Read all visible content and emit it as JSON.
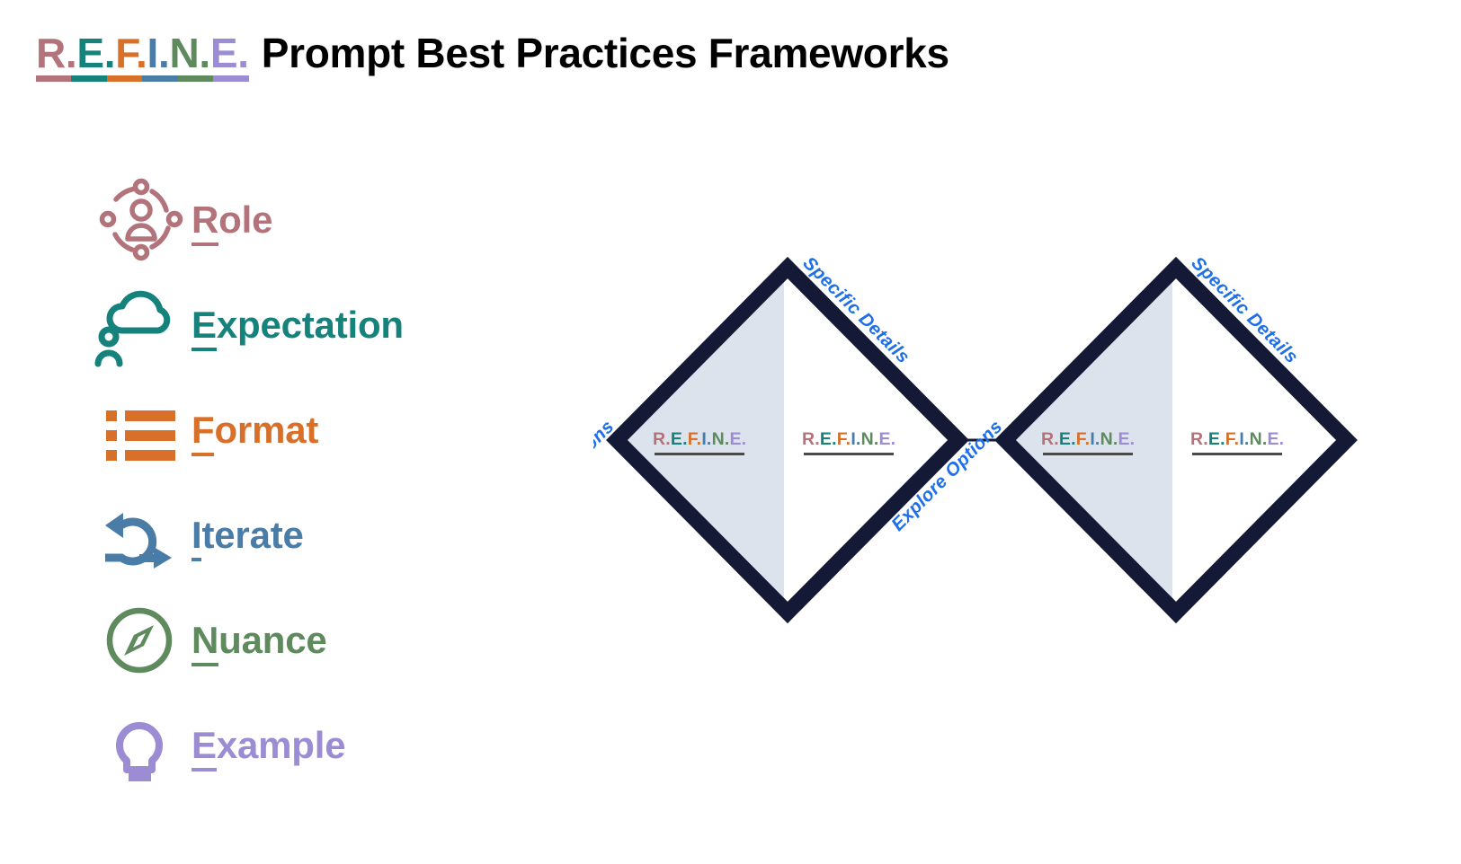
{
  "title": {
    "acronym_letters": [
      {
        "char": "R.",
        "color": "#B2737A"
      },
      {
        "char": "E.",
        "color": "#16827C"
      },
      {
        "char": "F.",
        "color": "#D8702A"
      },
      {
        "char": "I.",
        "color": "#4A7CA8"
      },
      {
        "char": "N.",
        "color": "#5E8A5E"
      },
      {
        "char": "E.",
        "color": "#9B8CD4"
      }
    ],
    "acronym_text": "R.E.F.I.N.E.",
    "rest": "Prompt Best Practices Frameworks",
    "rest_color": "#000000"
  },
  "list": {
    "items": [
      {
        "initial": "R",
        "rest": "ole",
        "label": "Role",
        "color": "#B2737A",
        "icon": "persona-network-icon"
      },
      {
        "initial": "E",
        "rest": "xpectation",
        "label": "Expectation",
        "color": "#16827C",
        "icon": "cloud-person-icon"
      },
      {
        "initial": "F",
        "rest": "ormat",
        "label": "Format",
        "color": "#D8702A",
        "icon": "list-icon"
      },
      {
        "initial": "I",
        "rest": "terate",
        "label": "Iterate",
        "color": "#4A7CA8",
        "icon": "loop-arrow-icon"
      },
      {
        "initial": "N",
        "rest": "uance",
        "label": "Nuance",
        "color": "#5E8A5E",
        "icon": "compass-icon"
      },
      {
        "initial": "E",
        "rest": "xample",
        "label": "Example",
        "color": "#9B8CD4",
        "icon": "lightbulb-icon"
      }
    ]
  },
  "diagram": {
    "label_left": "Explore Options",
    "label_right": "Specific Details",
    "label_color": "#1F6FEB",
    "mini_text": "R.E.F.I.N.E.",
    "outline_color": "#141A35",
    "fill_left": "#DDE3ED",
    "fill_right": "#FFFFFF",
    "underline_color": "#4a4a4a",
    "diamonds": [
      {
        "id": "diamond-1",
        "left_label": "Explore Options",
        "right_label": "Specific Details",
        "mini_left": "R.E.F.I.N.E.",
        "mini_right": "R.E.F.I.N.E."
      },
      {
        "id": "diamond-2",
        "left_label": "Explore Options",
        "right_label": "Specific Details",
        "mini_left": "R.E.F.I.N.E.",
        "mini_right": "R.E.F.I.N.E."
      }
    ]
  }
}
